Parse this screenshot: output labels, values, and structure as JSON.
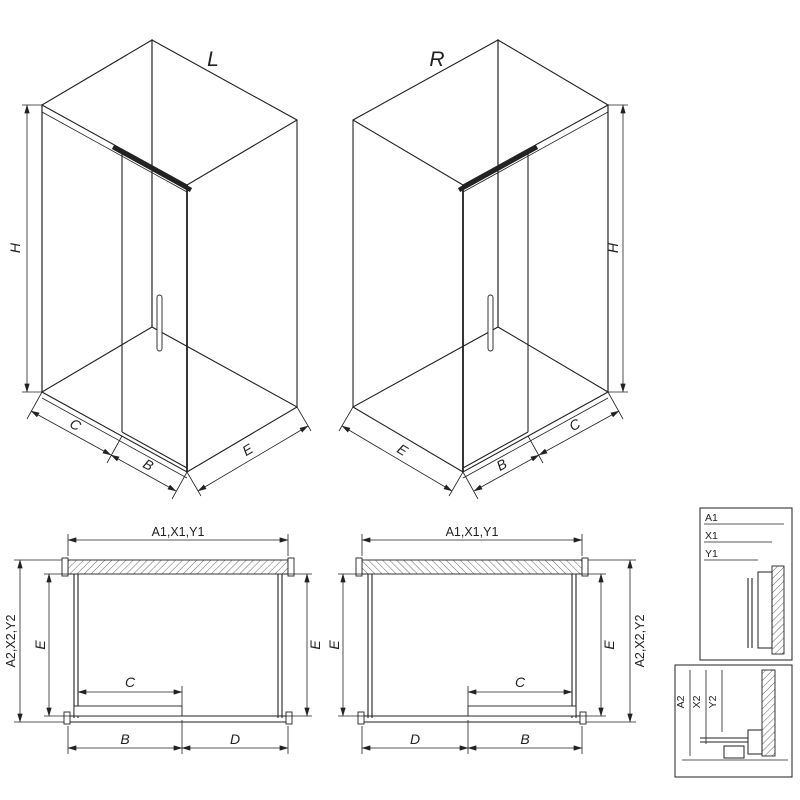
{
  "colors": {
    "line": "#222222",
    "background": "#ffffff"
  },
  "iso_left": {
    "title": "L",
    "dim_h": "H",
    "dim_c": "C",
    "dim_b": "B",
    "dim_e": "E"
  },
  "iso_right": {
    "title": "R",
    "dim_h": "H",
    "dim_c": "C",
    "dim_b": "B",
    "dim_e": "E"
  },
  "plan_left": {
    "dim_width": "A1,X1,Y1",
    "dim_depth": "A2,X2,Y2",
    "dim_e_left": "E",
    "dim_e_right": "E",
    "dim_c": "C",
    "dim_b": "B",
    "dim_d": "D"
  },
  "plan_right": {
    "dim_width": "A1,X1,Y1",
    "dim_depth": "A2,X2,Y2",
    "dim_e_left": "E",
    "dim_e_right": "E",
    "dim_c": "C",
    "dim_b": "B",
    "dim_d": "D"
  },
  "detail_top": {
    "label_1": "A1",
    "label_2": "X1",
    "label_3": "Y1"
  },
  "detail_bottom": {
    "label_1": "A2",
    "label_2": "X2",
    "label_3": "Y2"
  }
}
